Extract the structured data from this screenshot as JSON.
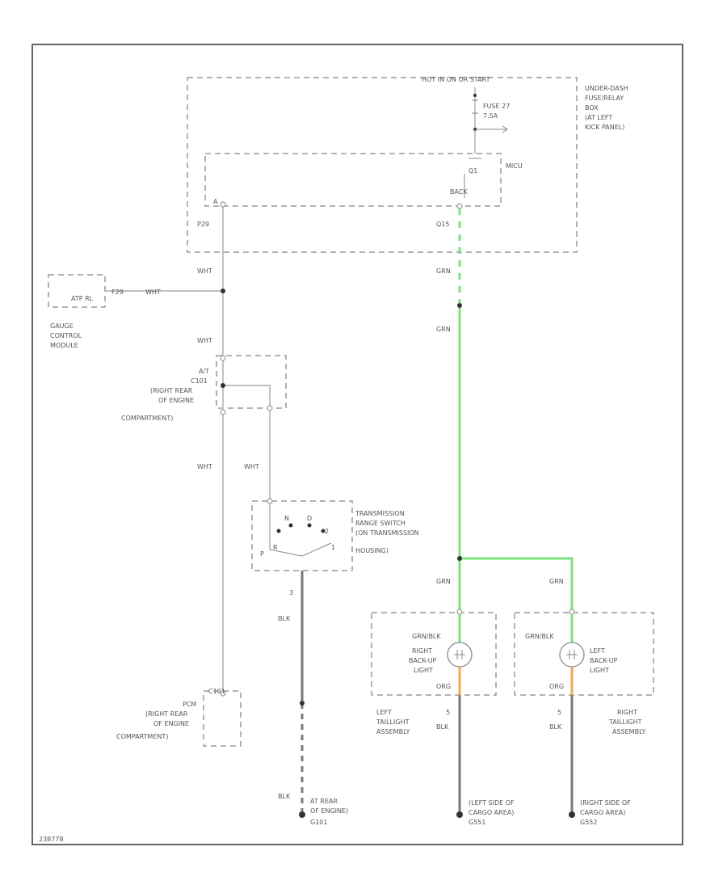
{
  "labels": {
    "hot_in_on_start": "HOT IN ON OR START",
    "underdash_1": "UNDER-DASH",
    "underdash_2": "FUSE/RELAY",
    "underdash_3": "BOX",
    "underdash_4": "(AT LEFT",
    "underdash_5": "KICK PANEL)",
    "fuse_1": "FUSE 27",
    "fuse_2": "7.5A",
    "conn_q1": "Q1",
    "micu": "MICU",
    "back": "BACK",
    "conn_a": "A",
    "pin_p29": "P29",
    "pin_q15": "Q15",
    "wht_1": "WHT",
    "grn_1": "GRN",
    "atp_rl": "ATP RL",
    "pin_f29": "F29",
    "wht_2": "WHT",
    "gauge_1": "GAUGE",
    "gauge_2": "CONTROL",
    "gauge_3": "MODULE",
    "wht_3": "WHT",
    "grn_2": "GRN",
    "at_1": "A/T",
    "at_2": "C101",
    "at_3": "(RIGHT REAR",
    "at_4": "OF ENGINE",
    "at_5": "COMPARTMENT)",
    "wht_4": "WHT",
    "wht_5": "WHT",
    "trans_1": "TRANSMISSION",
    "trans_2": "RANGE SWITCH",
    "trans_3": "(ON TRANSMISSION",
    "trans_4": "HOUSING)",
    "sw_p": "P",
    "sw_r": "R",
    "sw_n": "N",
    "sw_d": "D",
    "sw_2": "2",
    "sw_1": "1",
    "pin_3": "3",
    "blk_1": "BLK",
    "grn_3": "GRN",
    "grn_4": "GRN",
    "grn_blk_r": "GRN/BLK",
    "grn_blk_l": "GRN/BLK",
    "rbu_1": "RIGHT",
    "rbu_2": "BACK-UP",
    "rbu_3": "LIGHT",
    "lbu_1": "LEFT",
    "lbu_2": "BACK-UP",
    "lbu_3": "LIGHT",
    "org_1": "ORG",
    "org_2": "ORG",
    "ltl_1": "LEFT",
    "ltl_2": "TAILLIGHT",
    "ltl_3": "ASSEMBLY",
    "rtl_1": "RIGHT",
    "rtl_2": "TAILLIGHT",
    "rtl_3": "ASSEMBLY",
    "pin_5a": "5",
    "pin_5b": "5",
    "blk_2": "BLK",
    "blk_3": "BLK",
    "c101": "C101",
    "pcm_1": "PCM",
    "pcm_2": "(RIGHT REAR",
    "pcm_3": "OF ENGINE",
    "pcm_4": "COMPARTMENT)",
    "blk_4": "BLK",
    "g_at_1": "AT REAR",
    "g_at_2": "OF ENGINE)",
    "g_at_3": "G101",
    "g_l_1": "(LEFT SIDE OF",
    "g_l_2": "CARGO AREA)",
    "g_l_3": "G551",
    "g_r_1": "(RIGHT SIDE OF",
    "g_r_2": "CARGO AREA)",
    "g_r_3": "G552",
    "footer": "238778"
  },
  "colors": {
    "grn_wire": "#7fe07f",
    "org_wire": "#f0a85a",
    "blk_wire": "#7a7a7a",
    "wht_wire": "#c2c2c2"
  }
}
